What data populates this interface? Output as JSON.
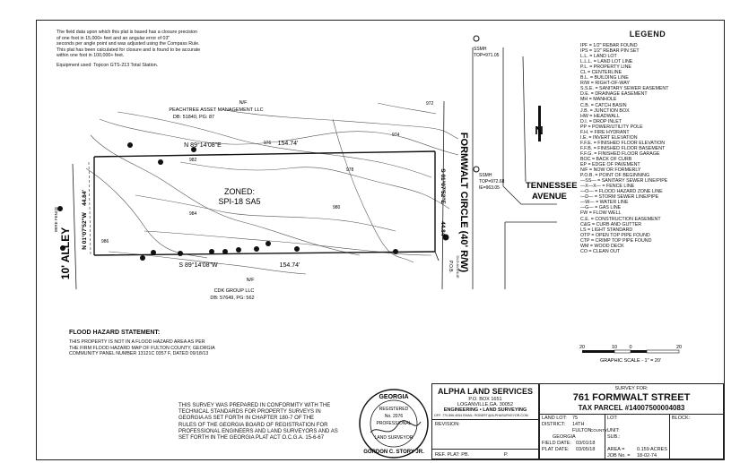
{
  "survey_notes": [
    "The field data upon which this plat is based has a closure precision",
    "of one foot in 15,000+ feet and an angular error of 03\"",
    "seconds per angle point and was adjusted using the Compass Rule.",
    "This plat has been calculated for closure and is found to be accurate",
    "within one foot in 100,000+ feet."
  ],
  "equipment_note": "Equipment used: Topcon GTS-213 Total Station.",
  "legend": {
    "title": "LEGEND",
    "items": [
      "IPF = 1/2\" REBAR FOUND",
      "IPS = 1/2\" REBAR PIN SET",
      "L.L. = LAND LOT",
      "L.L.L. = LAND LOT LINE",
      "P.L. = PROPERTY LINE",
      "CL = CENTERLINE",
      "B.L. = BUILDING LINE",
      "R/W = RIGHT-OF-WAY",
      "S.S.E. = SANITARY SEWER EASEMENT",
      "D.E. = DRAINAGE EASEMENT",
      "MH = MANHOLE",
      "C.B. = CATCH BASIN",
      "J.B. = JUNCTION BOX",
      "HW = HEADWALL",
      "D.I. = DROP INLET",
      "PP = POWER/UTILITY POLE",
      "F.H. = FIRE HYDRANT",
      "I.E. = INVERT ELEVATION",
      "F.F.E. = FINISHED FLOOR ELEVATION",
      "F.F.B. = FINISHED FLOOR BASEMENT",
      "F.F.G. = FINISHED FLOOR GARAGE",
      "BOC = BACK OF CURB",
      "EP = EDGE OF PAVEMENT",
      "N/F = NOW OR FORMERLY",
      "P.O.B. = POINT OF BEGINNING",
      "—SS— = SANITARY SEWER LINE/PIPE",
      "—X—X— = FENCE LINE",
      "—O— = FLOOD HAZARD ZONE LINE",
      "—D— = STORM SEWER LINE/PIPE",
      "—W— = WATER LINE",
      "—G— = GAS LINE",
      "FW = FLOW WELL",
      "C.E. = CONSTRUCTION EASEMENT",
      "C&G = CURB AND GUTTER",
      "LS = LIGHT STANDARD",
      "OTP = OPEN TOP PIPE FOUND",
      "CTP = CRIMP TOP PIPE FOUND",
      "WM = WOOD DECK",
      "CO = CLEAN OUT"
    ]
  },
  "plat": {
    "north_owner": [
      "N/F",
      "PEACHTREE ASSET MANAGEMENT LLC",
      "DB: 51840, PG: 87"
    ],
    "south_owner": [
      "N/F",
      "CDK GROUP LLC",
      "DB: 57649, PG: 562"
    ],
    "zoning": [
      "ZONED:",
      "SPI-18 SA5"
    ],
    "north_bearing": "N 89°14'08\"E",
    "north_distance": "154.74'",
    "south_bearing": "S 89°14'08\"W",
    "south_distance": "154.74'",
    "west_bearing": "N 01°07'52\"W",
    "west_distance": "44.84'",
    "east_bearing": "S 01°07'52\"E",
    "east_distance": "44.84'",
    "alley_label": "10' ALLEY",
    "street_label": "FORMWALT CIRCLE (40' R/W)",
    "avenue_label": [
      "TENNESSEE",
      "AVENUE"
    ],
    "road_label_small": "OLD AVENUE",
    "pob_label": "P.O.B.",
    "ssmh_top": [
      "SSMH",
      "TOP=971.05"
    ],
    "ssmh_bottom": [
      "SSMH",
      "TOP=972.68",
      "IE=963.05"
    ],
    "fence_label": "WIRE FENCE",
    "contours": [
      "972",
      "974",
      "976",
      "978",
      "980",
      "982",
      "984",
      "986"
    ],
    "north_arrow": "N"
  },
  "flood": {
    "title": "FLOOD HAZARD STATEMENT:",
    "lines": [
      "THIS PROPERTY IS NOT IN A FLOOD HAZARD AREA AS PER",
      "THE FIRM FLOOD HAZARD MAP OF FULTON COUNTY, GEORGIA",
      "COMMUNITY PANEL NUMBER 13121C 0357 F, DATED 09/18/13"
    ]
  },
  "scale": {
    "ticks": [
      "20",
      "10",
      "0",
      "20"
    ],
    "label": "GRAPHIC SCALE - 1\" = 20'"
  },
  "certification": [
    "THIS SURVEY WAS PREPARED IN CONFORMITY WITH THE",
    "TECHNICAL STANDARDS FOR PROPERTY SURVEYS IN",
    "GEORGIA AS SET FORTH IN CHAPTER 180-7 OF THE",
    "RULES OF THE GEORGIA BOARD OF REGISTRATION FOR",
    "PROFESSIONAL ENGINEERS AND LAND SURVEYORS AND AS",
    "SET FORTH IN THE GEORGIA PLAT ACT O.C.G.A. 15-6-67"
  ],
  "seal": {
    "top": "GEORGIA",
    "ring": "REGISTERED",
    "number": "No. 2076",
    "professional": "PROFESSIONAL",
    "surveyor": "LAND SURVEYOR",
    "name": "GORDON C. STORY JR."
  },
  "company": {
    "name": "ALPHA LAND SERVICES",
    "address1": "P.O. BOX 1651",
    "address2": "LOGANVILLE,GA. 30052",
    "tagline": "ENGINEERING • LAND SURVEYING",
    "contact": "OFF: 770.896.4054 EMAIL: ROBERT@ALPHASURVEYOR.COM",
    "revision_label": "REVISION:",
    "ref_label": "REF. PLAT: PB.",
    "ref_p": "P."
  },
  "titleblock": {
    "survey_for": "SURVEY FOR:",
    "address": "761 FORMWALT STREET",
    "tax_parcel": "TAX PARCEL #14007500004083",
    "land_lot_label": "LAND LOT:",
    "land_lot": "75",
    "district_label": "DISTRICT:",
    "district": "14TH",
    "county": "FULTON",
    "county_suffix": "COUNTY,",
    "state": "GEORGIA",
    "lot_label": "LOT:",
    "block_label": "BLOCK:",
    "unit_label": "UNIT:",
    "sub_label": "SUB.:",
    "field_date_label": "FIELD DATE:",
    "field_date": "03/01/18",
    "plat_date_label": "PLAT DATE:",
    "plat_date": "03/05/18",
    "area_label": "AREA =",
    "area": "0.159 ACRES",
    "job_label": "JOB No. =",
    "job": "18-02-74"
  }
}
